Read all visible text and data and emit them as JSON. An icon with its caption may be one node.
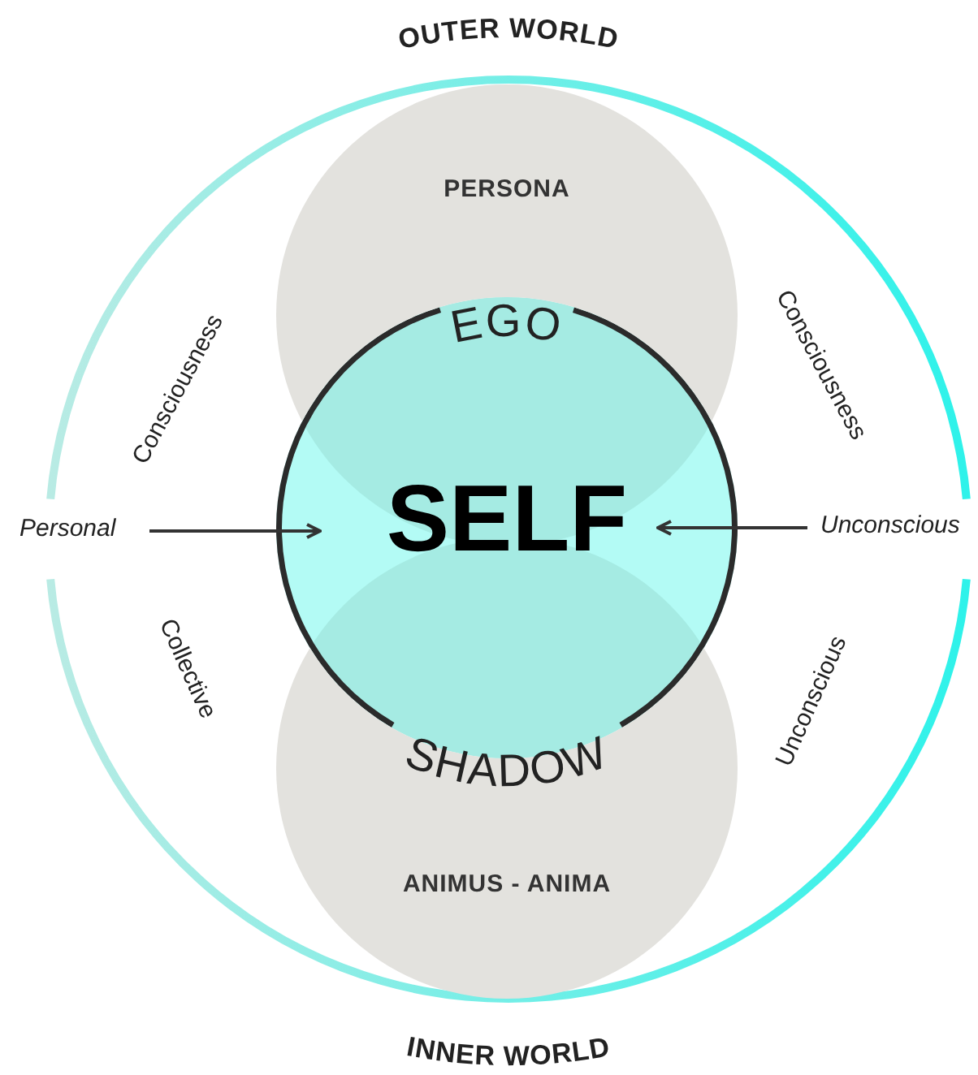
{
  "diagram": {
    "nodes": [
      {
        "text": [
          "PERSONA"
        ]
      },
      {
        "text": [
          "ANIMUS - ANIMA"
        ]
      },
      {
        "text": [
          "SELF"
        ]
      },
      {
        "text": [
          "Personal"
        ]
      },
      {
        "text": [
          "Unconscious"
        ]
      }
    ],
    "edges": [
      {
        "from": 3,
        "to": 2,
        "arrow": "to"
      },
      {
        "from": 4,
        "to": 2,
        "arrow": "to"
      }
    ],
    "labels": [
      "OUTER WORLD",
      "Consciousness",
      "EGO",
      "Consciousness",
      "Collective",
      "Unconscious",
      "SHADOW",
      "INNER WORLD"
    ]
  }
}
